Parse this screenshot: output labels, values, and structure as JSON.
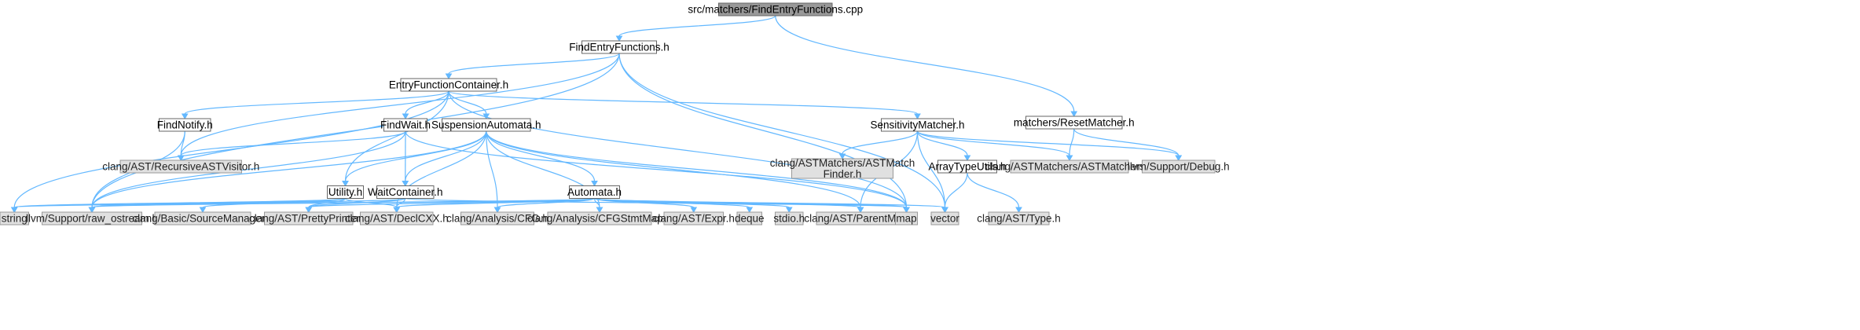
{
  "graph": {
    "colors": {
      "edge": "#63b8ff",
      "root_fill": "#999999",
      "internal_fill": "#ffffff",
      "external_fill": "#e0e0e0"
    },
    "nodes": [
      {
        "id": "root",
        "label": [
          "src/matchers/FindEntryFunctions.cpp"
        ],
        "kind": "root"
      },
      {
        "id": "fef",
        "label": [
          "FindEntryFunctions.h"
        ],
        "kind": "internal"
      },
      {
        "id": "rm",
        "label": [
          "matchers/ResetMatcher.h"
        ],
        "kind": "internal"
      },
      {
        "id": "efc",
        "label": [
          "EntryFunctionContainer.h"
        ],
        "kind": "internal"
      },
      {
        "id": "fn",
        "label": [
          "FindNotify.h"
        ],
        "kind": "internal"
      },
      {
        "id": "fw",
        "label": [
          "FindWait.h"
        ],
        "kind": "internal"
      },
      {
        "id": "sa",
        "label": [
          "SuspensionAutomata.h"
        ],
        "kind": "internal"
      },
      {
        "id": "sm",
        "label": [
          "SensitivityMatcher.h"
        ],
        "kind": "internal"
      },
      {
        "id": "rav",
        "label": [
          "clang/AST/RecursiveASTVisitor.h"
        ],
        "kind": "external"
      },
      {
        "id": "amf",
        "label": [
          "clang/ASTMatchers/ASTMatch",
          "Finder.h"
        ],
        "kind": "external"
      },
      {
        "id": "atu",
        "label": [
          "ArrayTypeUtils.h"
        ],
        "kind": "internal"
      },
      {
        "id": "am",
        "label": [
          "clang/ASTMatchers/ASTMatchers.h"
        ],
        "kind": "external"
      },
      {
        "id": "dbg",
        "label": [
          "llvm/Support/Debug.h"
        ],
        "kind": "external"
      },
      {
        "id": "ut",
        "label": [
          "Utility.h"
        ],
        "kind": "internal"
      },
      {
        "id": "wc",
        "label": [
          "WaitContainer.h"
        ],
        "kind": "internal"
      },
      {
        "id": "au",
        "label": [
          "Automata.h"
        ],
        "kind": "internal"
      },
      {
        "id": "str",
        "label": [
          "string"
        ],
        "kind": "external"
      },
      {
        "id": "ro",
        "label": [
          "llvm/Support/raw_ostream.h"
        ],
        "kind": "external"
      },
      {
        "id": "sman",
        "label": [
          "clang/Basic/SourceManager.h"
        ],
        "kind": "external"
      },
      {
        "id": "pp",
        "label": [
          "clang/AST/PrettyPrinter.h"
        ],
        "kind": "external"
      },
      {
        "id": "dcx",
        "label": [
          "clang/AST/DeclCXX.h"
        ],
        "kind": "external"
      },
      {
        "id": "cfg",
        "label": [
          "clang/Analysis/CFG.h"
        ],
        "kind": "external"
      },
      {
        "id": "csm",
        "label": [
          "clang/Analysis/CFGStmtMap.h"
        ],
        "kind": "external"
      },
      {
        "id": "expr",
        "label": [
          "clang/AST/Expr.h"
        ],
        "kind": "external"
      },
      {
        "id": "dq",
        "label": [
          "deque"
        ],
        "kind": "external"
      },
      {
        "id": "stdio",
        "label": [
          "stdio.h"
        ],
        "kind": "external"
      },
      {
        "id": "pm",
        "label": [
          "clang/AST/ParentMap.h"
        ],
        "kind": "external"
      },
      {
        "id": "map",
        "label": [
          "map"
        ],
        "kind": "external"
      },
      {
        "id": "vec",
        "label": [
          "vector"
        ],
        "kind": "external"
      },
      {
        "id": "typ",
        "label": [
          "clang/AST/Type.h"
        ],
        "kind": "external"
      }
    ],
    "edges": [
      [
        "root",
        "fef"
      ],
      [
        "root",
        "rm"
      ],
      [
        "fef",
        "efc"
      ],
      [
        "fef",
        "rav"
      ],
      [
        "fef",
        "ro"
      ],
      [
        "fef",
        "map"
      ],
      [
        "fef",
        "vec"
      ],
      [
        "rm",
        "am"
      ],
      [
        "rm",
        "dbg"
      ],
      [
        "efc",
        "fn"
      ],
      [
        "efc",
        "fw"
      ],
      [
        "efc",
        "sa"
      ],
      [
        "efc",
        "sm"
      ],
      [
        "efc",
        "ut"
      ],
      [
        "efc",
        "str"
      ],
      [
        "efc",
        "map"
      ],
      [
        "fn",
        "rav"
      ],
      [
        "fn",
        "ro"
      ],
      [
        "fw",
        "rav"
      ],
      [
        "fw",
        "wc"
      ],
      [
        "fw",
        "ro"
      ],
      [
        "fw",
        "map"
      ],
      [
        "sa",
        "ut"
      ],
      [
        "sa",
        "wc"
      ],
      [
        "sa",
        "au"
      ],
      [
        "sa",
        "dcx"
      ],
      [
        "sa",
        "cfg"
      ],
      [
        "sa",
        "csm"
      ],
      [
        "sa",
        "pm"
      ],
      [
        "sa",
        "map"
      ],
      [
        "sa",
        "ro"
      ],
      [
        "sm",
        "amf"
      ],
      [
        "sm",
        "atu"
      ],
      [
        "sm",
        "am"
      ],
      [
        "sm",
        "dbg"
      ],
      [
        "sm",
        "vec"
      ],
      [
        "sm",
        "pm"
      ],
      [
        "atu",
        "vec"
      ],
      [
        "atu",
        "typ"
      ],
      [
        "ut",
        "str"
      ],
      [
        "ut",
        "ro"
      ],
      [
        "ut",
        "sman"
      ],
      [
        "ut",
        "pp"
      ],
      [
        "ut",
        "dcx"
      ],
      [
        "wc",
        "ro"
      ],
      [
        "wc",
        "pp"
      ],
      [
        "wc",
        "dcx"
      ],
      [
        "wc",
        "map"
      ],
      [
        "au",
        "str"
      ],
      [
        "au",
        "ro"
      ],
      [
        "au",
        "pp"
      ],
      [
        "au",
        "dcx"
      ],
      [
        "au",
        "cfg"
      ],
      [
        "au",
        "csm"
      ],
      [
        "au",
        "expr"
      ],
      [
        "au",
        "dq"
      ],
      [
        "au",
        "stdio"
      ],
      [
        "au",
        "pm"
      ],
      [
        "au",
        "map"
      ],
      [
        "au",
        "vec"
      ]
    ]
  }
}
